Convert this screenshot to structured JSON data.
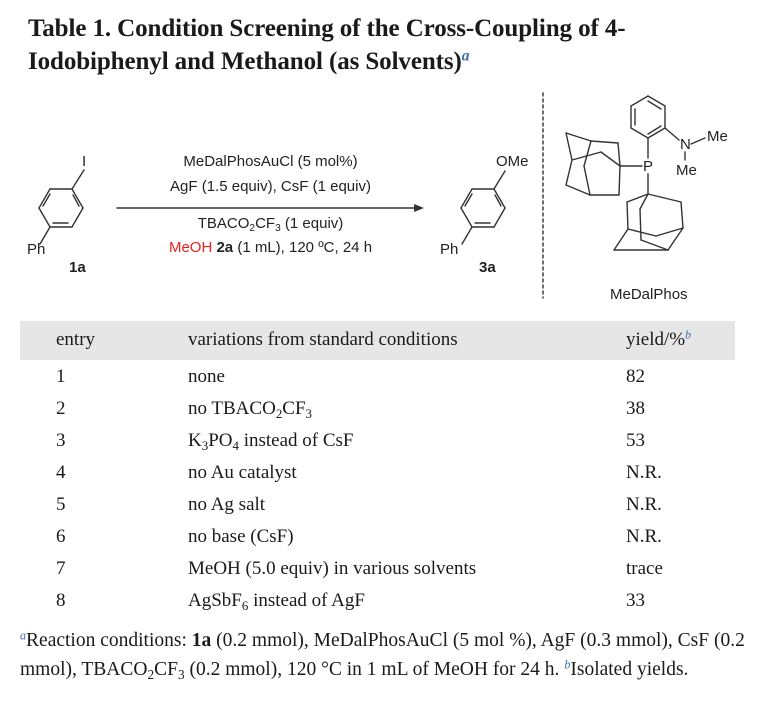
{
  "title": {
    "line1": "Table 1. Condition Screening of the Cross-Coupling of 4-",
    "line2": "Iodobiphenyl and Methanol (as Solvents)",
    "footnote_mark": "a"
  },
  "scheme": {
    "reactant": {
      "label": "1a",
      "substituent_top": "I",
      "substituent_bottom": "Ph"
    },
    "product": {
      "label": "3a",
      "substituent_top": "OMe",
      "substituent_bottom": "Ph"
    },
    "conditions": {
      "line1": "MeDalPhosAuCl (5 mol%)",
      "line2": "AgF (1.5 equiv), CsF (1 equiv)",
      "line3_pre": "TBACO",
      "line3_sub1": "2",
      "line3_mid": "CF",
      "line3_sub2": "3",
      "line3_post": " (1 equiv)",
      "line4_red": "MeOH",
      "line4_bold": "2a",
      "line4_rest": " (1 mL), 120 ºC, 24 h"
    },
    "ligand": {
      "name": "MeDalPhos",
      "atom_P": "P",
      "atom_N": "N",
      "me1": "Me",
      "me2": "Me"
    }
  },
  "table": {
    "headers": {
      "entry": "entry",
      "variations": "variations from standard conditions",
      "yield": "yield/%",
      "yield_mark": "b"
    },
    "rows": [
      {
        "entry": "1",
        "variation": "none",
        "yield": "82"
      },
      {
        "entry": "2",
        "variation_pre": "no TBACO",
        "sub1": "2",
        "variation_mid": "CF",
        "sub2": "3",
        "yield": "38"
      },
      {
        "entry": "3",
        "variation_pre": "K",
        "sub1": "3",
        "variation_mid": "PO",
        "sub2": "4",
        "variation_post": " instead of CsF",
        "yield": "53"
      },
      {
        "entry": "4",
        "variation": "no Au catalyst",
        "yield": "N.R."
      },
      {
        "entry": "5",
        "variation": "no Ag salt",
        "yield": "N.R."
      },
      {
        "entry": "6",
        "variation": "no base (CsF)",
        "yield": "N.R."
      },
      {
        "entry": "7",
        "variation": "MeOH (5.0 equiv) in various solvents",
        "yield": "trace"
      },
      {
        "entry": "8",
        "variation_pre": "AgSbF",
        "sub1": "6",
        "variation_post": " instead of AgF",
        "yield": "33"
      }
    ]
  },
  "footnotes": {
    "a_mark": "a",
    "a_text_1": "Reaction conditions: ",
    "a_bold": "1a",
    "a_text_2": " (0.2 mmol), MeDalPhosAuCl (5 mol %), AgF (0.3 mmol), CsF (0.2 mmol), TBACO",
    "a_sub1": "2",
    "a_text_3": "CF",
    "a_sub2": "3",
    "a_text_4": " (0.2 mmol), 120 °C in 1 mL of MeOH for 24 h. ",
    "b_mark": "b",
    "b_text": "Isolated yields."
  },
  "colors": {
    "footnote_mark": "#3a6fb8",
    "methanol_highlight": "#e8231e",
    "header_band": "#e6e6e6"
  }
}
